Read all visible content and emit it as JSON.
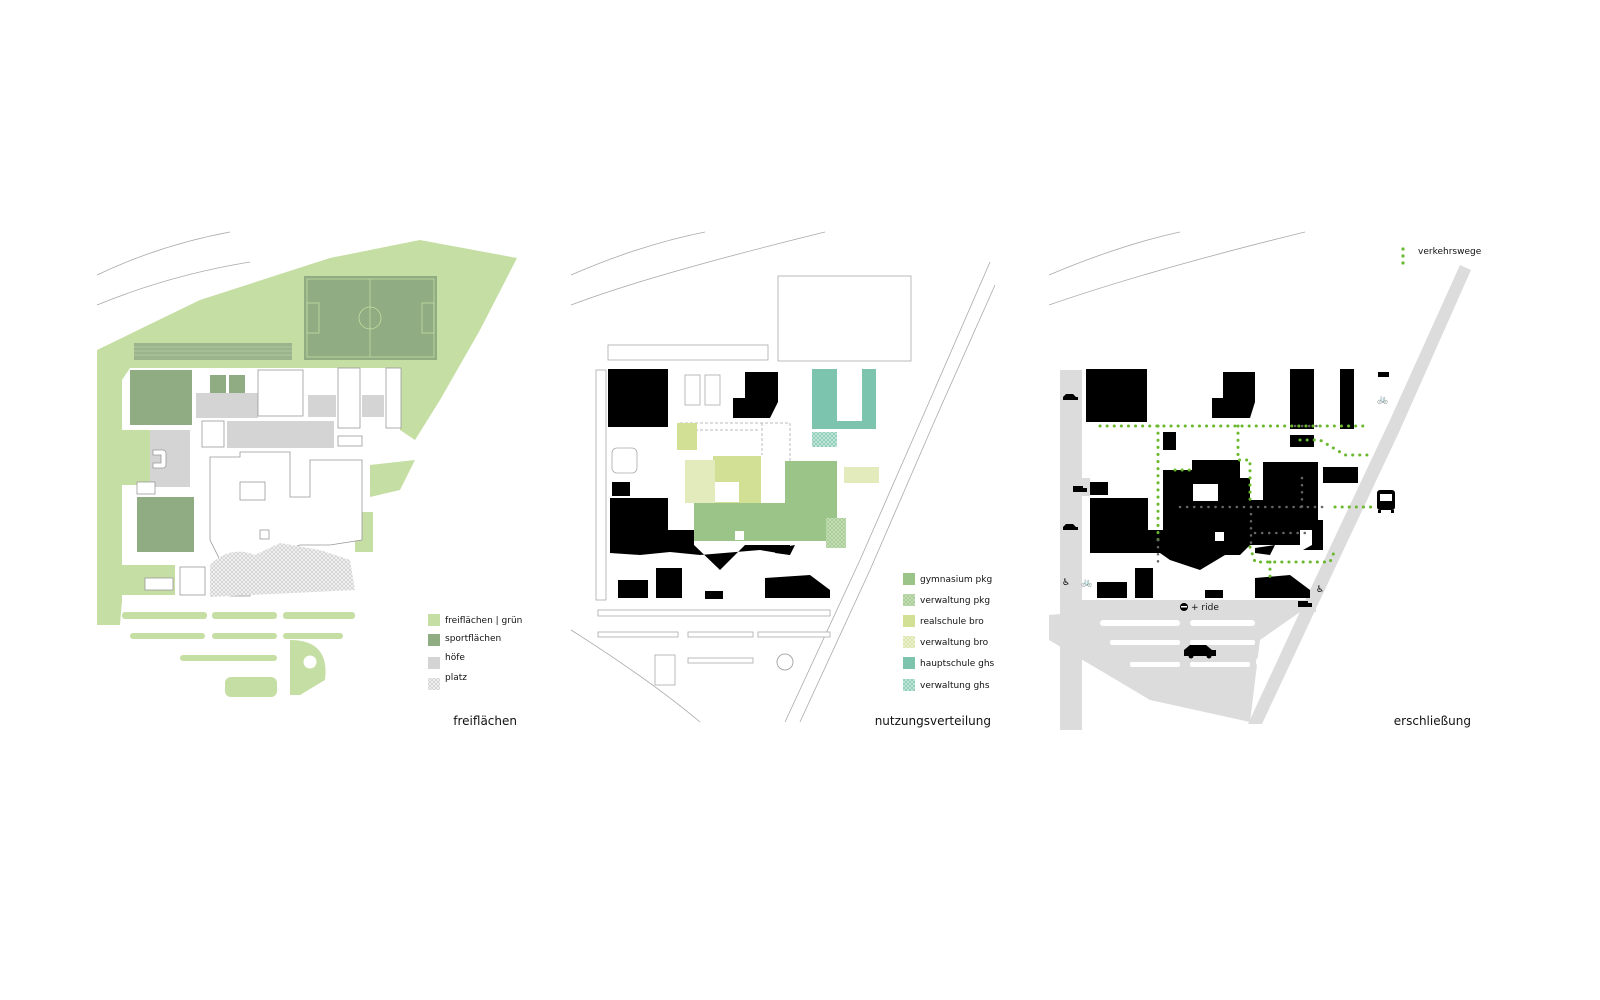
{
  "panels": [
    {
      "title": "freiflächen",
      "legend": [
        {
          "label": "freiflächen | grün",
          "color": "#c5dea3"
        },
        {
          "label": "sportflächen",
          "color": "#8fac82"
        },
        {
          "label": "höfe",
          "color": "#d4d4d4"
        },
        {
          "label": "platz",
          "color": "#e2e2e2"
        }
      ]
    },
    {
      "title": "nutzungsverteilung",
      "legend": [
        {
          "label": "gymnasium pkg",
          "color": "#9bc489"
        },
        {
          "label": "verwaltung pkg",
          "color": "#b5d3a3"
        },
        {
          "label": "realschule bro",
          "color": "#d2e095"
        },
        {
          "label": "verwaltung bro",
          "color": "#e3ebbd"
        },
        {
          "label": "hauptschule ghs",
          "color": "#7cc4ae"
        },
        {
          "label": "verwaltung ghs",
          "color": "#a6d8c8"
        }
      ]
    },
    {
      "title": "erschließung",
      "legend": [
        {
          "label": "verkehrswege",
          "color": "#6ab82e"
        }
      ],
      "kiss_ride_label": "+ ride"
    }
  ]
}
